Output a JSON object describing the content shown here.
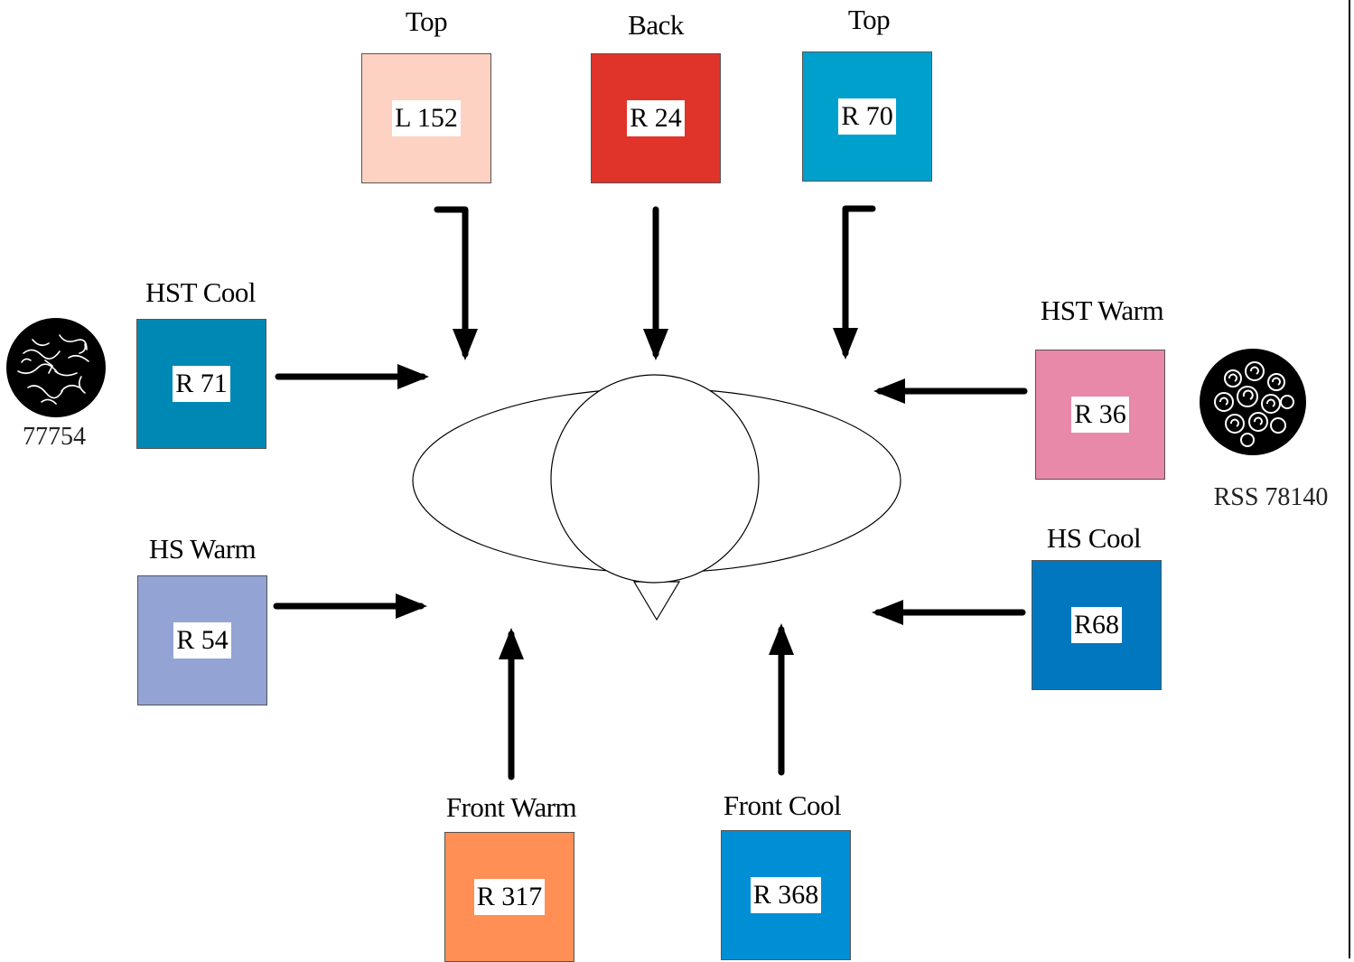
{
  "diagram": {
    "lights": [
      {
        "id": "top-left",
        "position": "Top",
        "gel": "L 152",
        "color": "#fdd2c2"
      },
      {
        "id": "back",
        "position": "Back",
        "gel": "R 24",
        "color": "#e0332a"
      },
      {
        "id": "top-right",
        "position": "Top",
        "gel": "R 70",
        "color": "#00a0cc"
      },
      {
        "id": "hst-cool",
        "position": "HST Cool",
        "gel": "R 71",
        "color": "#0088b4"
      },
      {
        "id": "hst-warm",
        "position": "HST Warm",
        "gel": "R 36",
        "color": "#e889aa"
      },
      {
        "id": "hs-warm",
        "position": "HS Warm",
        "gel": "R 54",
        "color": "#93a3d3"
      },
      {
        "id": "hs-cool",
        "position": "HS Cool",
        "gel": "R68",
        "color": "#0077bf"
      },
      {
        "id": "front-warm",
        "position": "Front Warm",
        "gel": "R 317",
        "color": "#ff8f55"
      },
      {
        "id": "front-cool",
        "position": "Front Cool",
        "gel": "R 368",
        "color": "#008fd5"
      }
    ],
    "gobos": [
      {
        "id": "gobo-left",
        "label": "77754"
      },
      {
        "id": "gobo-right",
        "label": "RSS 78140"
      }
    ]
  }
}
